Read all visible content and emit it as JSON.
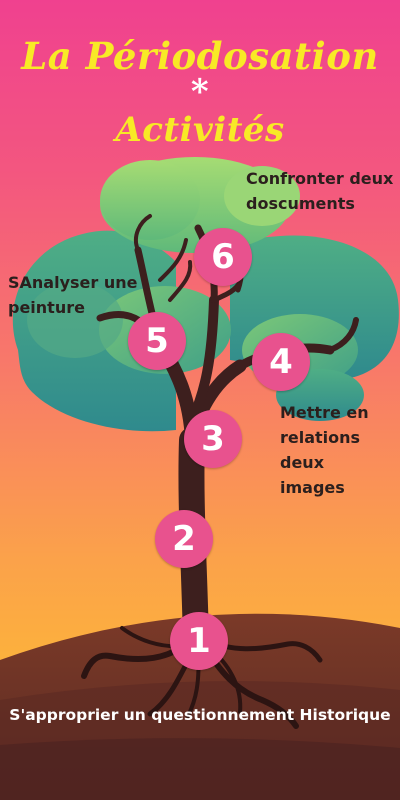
{
  "title": {
    "line1": "La Périodosation",
    "separator": "*",
    "line2": "Activités"
  },
  "steps": [
    {
      "number": "1",
      "label": "S'approprier un questionnement Historique"
    },
    {
      "number": "2",
      "label": ""
    },
    {
      "number": "3",
      "label": "Mettre en relations deux images"
    },
    {
      "number": "4",
      "label": ""
    },
    {
      "number": "5",
      "label": "SAnalyser une peinture"
    },
    {
      "number": "6",
      "label": "Confronter deux doscuments"
    }
  ],
  "colors": {
    "background_top": "#f0418f",
    "background_bottom": "#fec52a",
    "title": "#f8ea26",
    "step_circle": "#e8528e",
    "trunk": "#3d1f1e",
    "foliage_light": "#8fd16b",
    "foliage_dark": "#3c9a8a",
    "ground": "#6a3124"
  },
  "icons": {
    "illustration": "tree-illustration"
  }
}
